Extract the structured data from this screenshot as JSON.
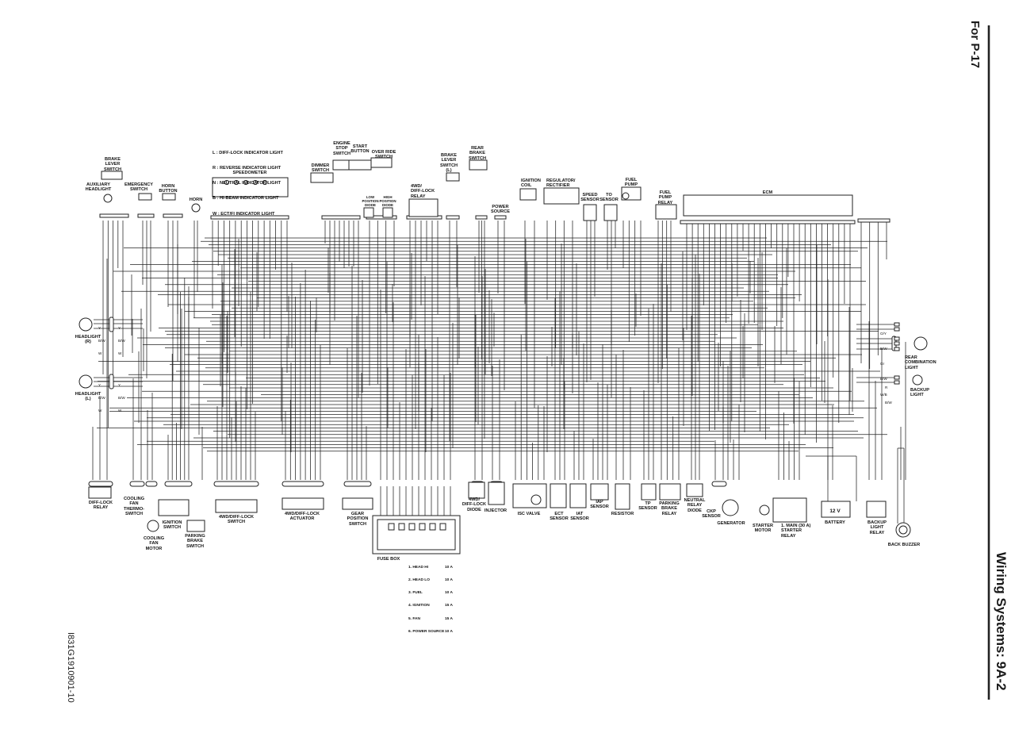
{
  "page": {
    "header_ref": "For P-17",
    "section_title": "Wiring Systems:  9A-2",
    "figure_code": "I831G1910901-10"
  },
  "legend": {
    "lines": [
      "L : DIFF-LOCK INDICATOR LIGHT",
      "R : REVERSE INDICATOR LIGHT",
      "N : NEUTRAL INDICATOR LIGHT",
      "B : HI-BEAM INDICATOR LIGHT",
      "W : ECT/FI INDICATOR LIGHT"
    ]
  },
  "fuse_box": {
    "title": "FUSE BOX",
    "rows": [
      {
        "name": "1. HEAD HI",
        "rating": "10 A"
      },
      {
        "name": "2. HEAD LO",
        "rating": "10 A"
      },
      {
        "name": "3. FUEL",
        "rating": "10 A"
      },
      {
        "name": "4. IGNITION",
        "rating": "15 A"
      },
      {
        "name": "5. FAN",
        "rating": "15 A"
      },
      {
        "name": "6. POWER SOURCE",
        "rating": "10 A"
      }
    ]
  },
  "components": {
    "brake_lever_switch": "BRAKE\nLEVER\nSWITCH",
    "auxiliary_headlight": "AUXILIARY\nHEADLIGHT",
    "emergency_switch": "EMERGENCY\nSWITCH",
    "horn_button": "HORN\nBUTTON",
    "horn": "HORN",
    "speedometer": "SPEEDOMETER",
    "dimmer_switch": "DIMMER\nSWITCH",
    "engine_stop_switch": "ENGINE\nSTOP\nSWITCH",
    "start_button": "START\nBUTTON",
    "over_ride_switch": "OVER RIDE\nSWITCH",
    "low_position_diode": "LOW\nPOSITION\nDIODE",
    "high_position_diode": "HIGH\nPOSITION\nDIODE",
    "wd_diff_lock_relay": "4WD/\nDIFF-LOCK\nRELAY",
    "brake_lever_switch_l": "BRAKE\nLEVER\nSWITCH\n(L)",
    "rear_brake_switch": "REAR\nBRAKE\nSWITCH",
    "power_source": "POWER\nSOURCE",
    "ignition_coil": "IGNITION\nCOIL",
    "regulator_rectifier": "REGULATOR/\nRECTIFIER",
    "speed_sensor": "SPEED\nSENSOR",
    "to_sensor": "TO\nSENSOR",
    "fuel_pump": "FUEL\nPUMP",
    "fuel_pump_relay": "FUEL\nPUMP\nRELAY",
    "ecm": "ECM",
    "headlight_r": "HEADLIGHT\n(R)",
    "headlight_l": "HEADLIGHT\n(L)",
    "rear_combination_light": "REAR\nCOMBINATION\nLIGHT",
    "backup_light": "BACKUP\nLIGHT",
    "diff_lock_relay": "DIFF-LOCK\nRELAY",
    "cooling_fan_thermo_switch": "COOLING\nFAN\nTHERMO-\nSWITCH",
    "cooling_fan_motor": "COOLING\nFAN\nMOTOR",
    "ignition_switch": "IGNITION\nSWITCH",
    "parking_brake_switch": "PARKING\nBRAKE\nSWITCH",
    "wd_diff_lock_switch": "4WD/DIFF-LOCK\nSWITCH",
    "wd_diff_lock_actuator": "4WD/DIFF-LOCK\nACTUATOR",
    "gear_position_switch": "GEAR\nPOSITION\nSWITCH",
    "wd_diff_lock_diode": "4WD/\nDIFF-LOCK\nDIODE",
    "injector": "INJECTOR",
    "isc_valve": "ISC VALVE",
    "ect_sensor": "ECT\nSENSOR",
    "iat_sensor": "IAT\nSENSOR",
    "iap_sensor": "IAP\nSENSOR",
    "resistor": "RESISTOR",
    "tp_sensor": "TP\nSENSOR",
    "parking_brake_relay": "PARKING\nBRAKE\nRELAY",
    "neutral_relay_diode": "NEUTRAL\nRELAY\nDIODE",
    "ckp_sensor": "CKP\nSENSOR",
    "generator": "GENERATOR",
    "starter_motor": "STARTER\nMOTOR",
    "main_fuse_starter_relay": "1. MAIN (30 A)\nSTARTER\nRELAY",
    "battery": "BATTERY",
    "battery_voltage": "12 V",
    "backup_light_relay": "BACKUP\nLIGHT\nRELAY",
    "back_buzzer": "BACK BUZZER"
  },
  "wire_codes": {
    "headlight_r_left": [
      "Y",
      "B/W",
      "W"
    ],
    "headlight_r_right": [
      "Y",
      "B/W",
      "W"
    ],
    "headlight_l_left": [
      "Y",
      "B/W",
      "W"
    ],
    "headlight_l_right": [
      "Y",
      "B/W",
      "W"
    ],
    "rear_combination": [
      "O/Y",
      "B/W",
      "Gr",
      "B/W",
      "W/B"
    ],
    "backup_light": [
      "R",
      "B/W"
    ]
  }
}
